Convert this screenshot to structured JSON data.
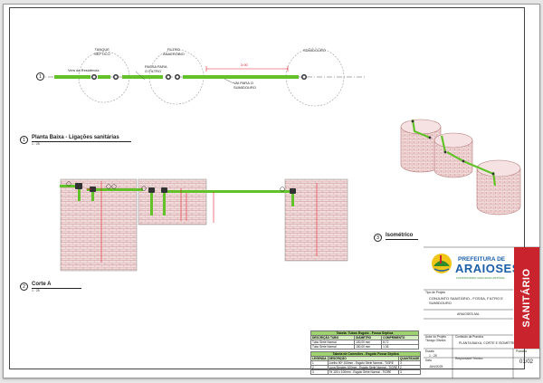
{
  "views": {
    "plan": {
      "number": "1",
      "title": "Planta Baixa - Ligações sanitárias",
      "scale": "1 : 25",
      "labels": {
        "tank": "TANQUE\nSÉPTICO",
        "filter": "FILTRO\nANAERÓBIO",
        "sink": "SUMIDOURO",
        "from_residence": "Vem da Residência",
        "to_filter": "PASSA PARA\nO FILTRO",
        "to_sink": "VAI PARA O\nSUMIDOURO",
        "dimension": "3.00"
      }
    },
    "section": {
      "number": "2",
      "title": "Corte A",
      "scale": "1 : 25"
    },
    "iso": {
      "number": "3",
      "title": "Isométrico"
    }
  },
  "tables": {
    "pipes": {
      "title": "Tabela: Tubos Esgoto - Fossa Séptica",
      "columns": [
        "DESCRIÇÃO TUBO",
        "DIÂMETRO",
        "COMPRIMENTO"
      ],
      "rows": [
        [
          "Tubo Série Normal",
          "100,00 mm",
          "8,72"
        ],
        [
          "Tubo Série Normal",
          "150,00 mm",
          "1,06"
        ]
      ]
    },
    "fittings": {
      "title": "Tabela de Conexões - Esgoto Fossa Séptica",
      "columns": [
        "LEGENDA",
        "DESCRIÇÃO",
        "QUANTIDADE"
      ],
      "rows": [
        [
          "1",
          "Joelho 90º 100mm - Esgoto Série Normal - TIGRE",
          "3"
        ],
        [
          "2",
          "Luva Simples 100mm - Esgoto Série Normal - TIGRE",
          "2"
        ],
        [
          "3",
          "Tê 100 x 100mm - Esgoto Série Normal - TIGRE",
          "3"
        ]
      ]
    }
  },
  "title_block": {
    "logo_line1": "PREFEITURA DE",
    "logo_line2": "ARAIOSES",
    "logo_tagline": "CONSTRUINDO UMA NOVA HISTÓRIA",
    "project_type_label": "Tipo de Projeto",
    "project_type": "CONJUNTO SANITÁRIO - FOSSA, FILTRO E SUMIDOURO",
    "location": "ARAIOSES-MA",
    "author_label": "Autor do Projeto",
    "author": "Tiorago Oliveira",
    "content_label": "Conteúdo da Prancha",
    "content": "PLANTA BAIXA, CORTE E ISOMÉTRICO",
    "scale_label": "Escala",
    "scale": "1 : 25",
    "date_label": "Data",
    "date": "JAN/2025",
    "tech_label": "Responsável Técnico",
    "sheet_label": "Prancha",
    "sheet": "01/02",
    "discipline": "SANITÁRIO"
  },
  "colors": {
    "pipe": "#63c22a",
    "dimension": "#e0212d",
    "brick": "#d9a5a5",
    "strip": "#c9242d",
    "table_header": "#9ed26e"
  }
}
